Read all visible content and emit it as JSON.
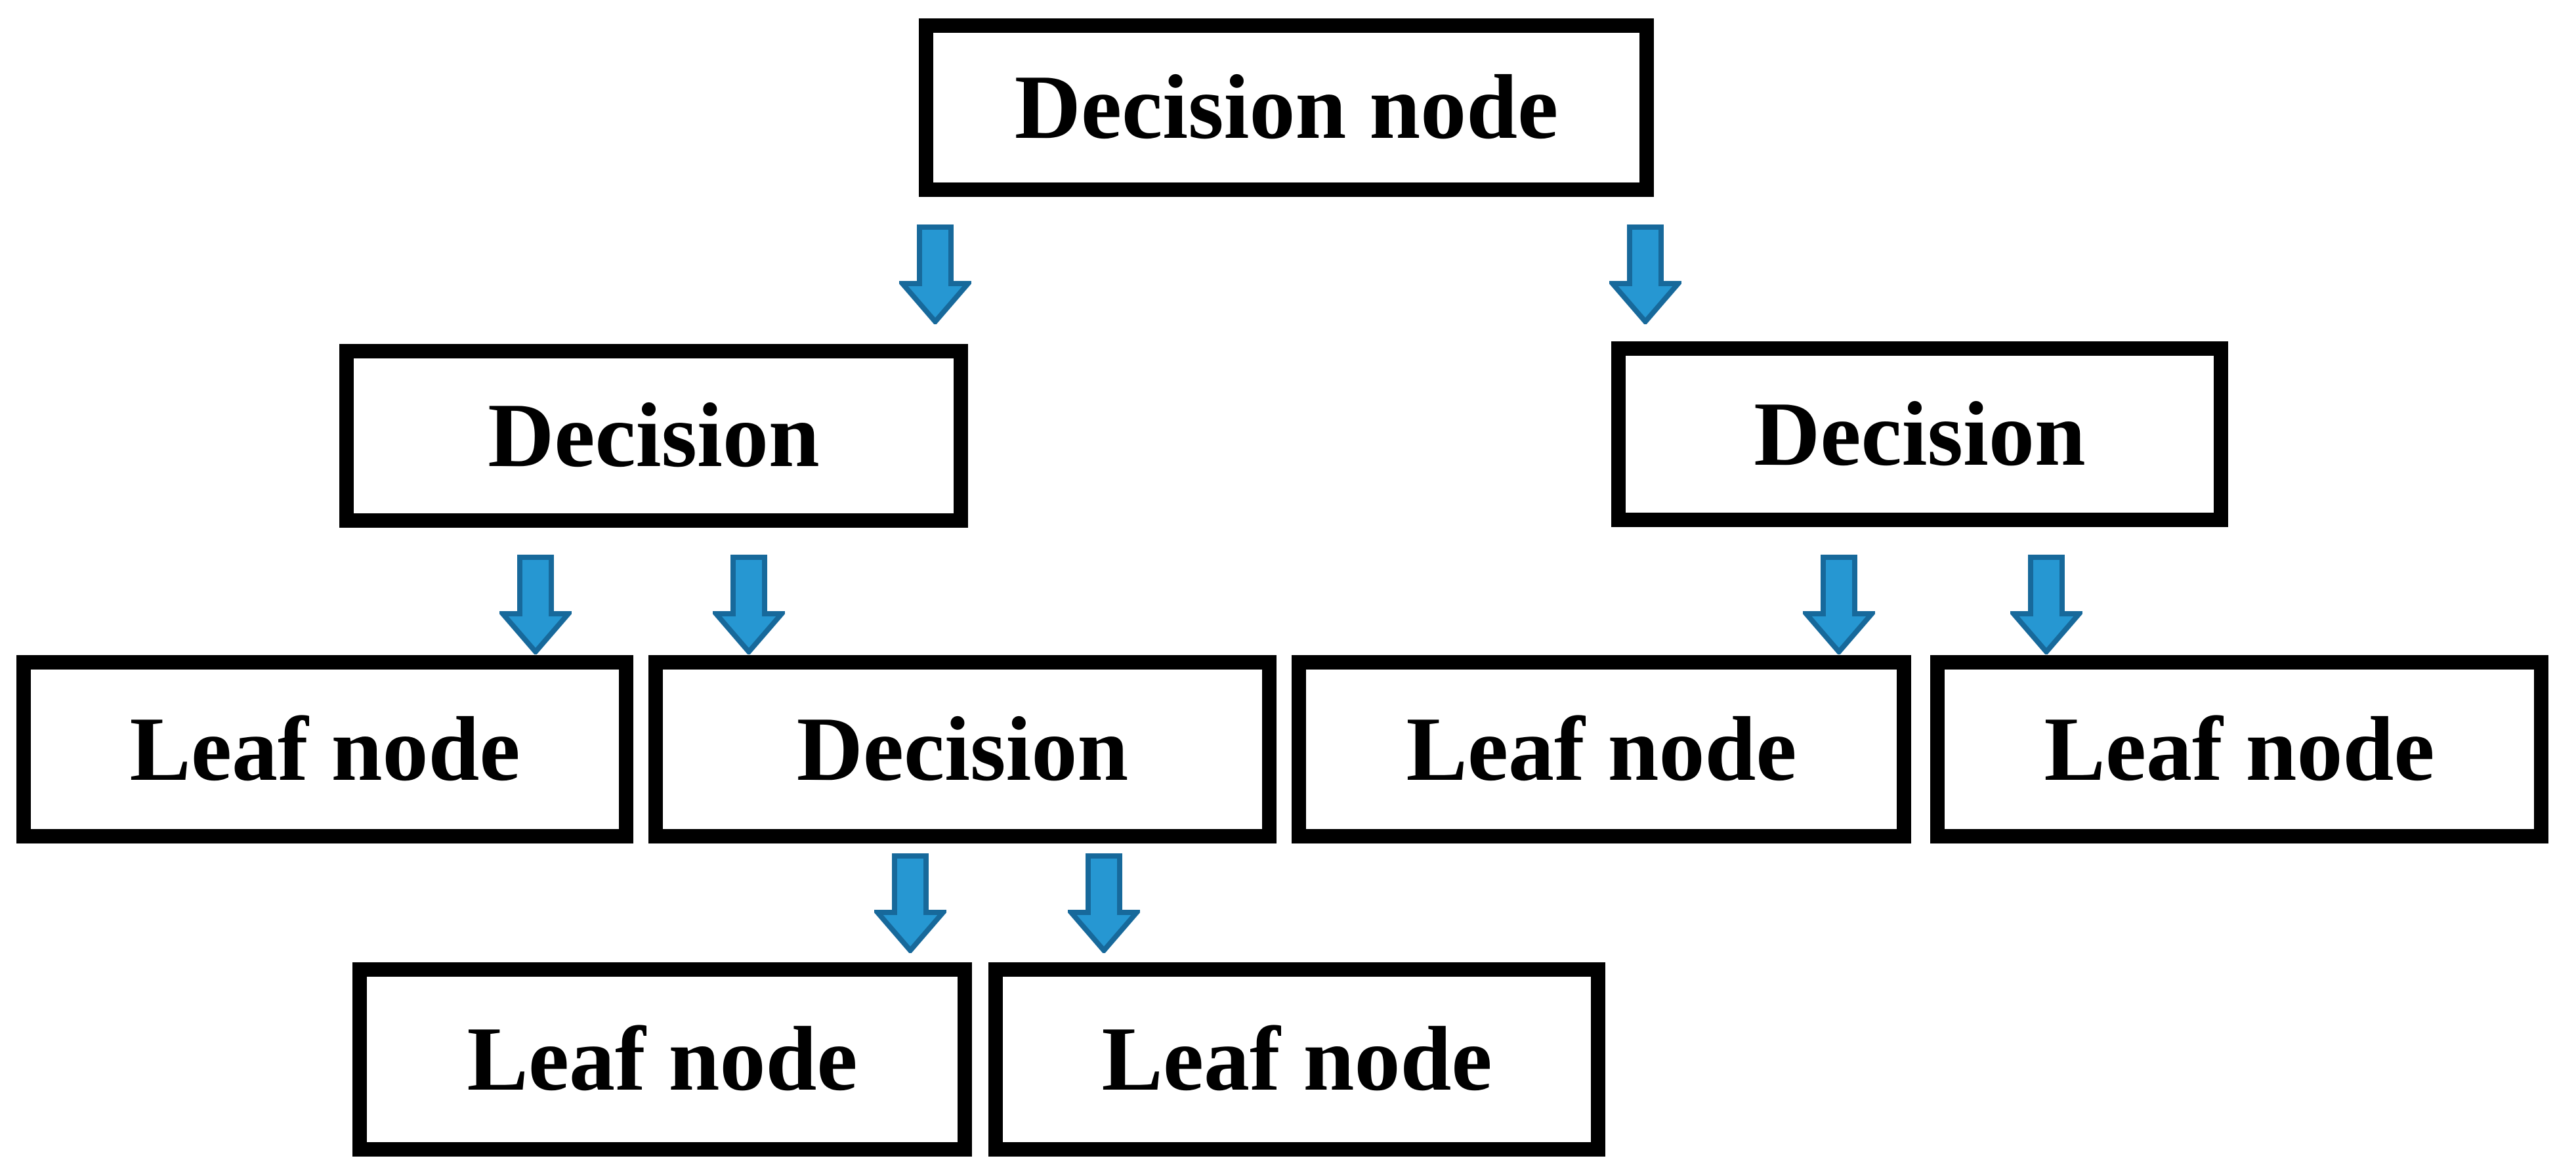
{
  "diagram": {
    "type": "decision-tree",
    "nodes": [
      {
        "id": "root",
        "label": "Decision node",
        "kind": "decision",
        "level": 1
      },
      {
        "id": "d-left",
        "label": "Decision",
        "kind": "decision",
        "level": 2
      },
      {
        "id": "d-right",
        "label": "Decision",
        "kind": "decision",
        "level": 2
      },
      {
        "id": "leaf-1",
        "label": "Leaf node",
        "kind": "leaf",
        "level": 3
      },
      {
        "id": "d-mid",
        "label": "Decision",
        "kind": "decision",
        "level": 3
      },
      {
        "id": "leaf-2",
        "label": "Leaf node",
        "kind": "leaf",
        "level": 3
      },
      {
        "id": "leaf-3",
        "label": "Leaf node",
        "kind": "leaf",
        "level": 3
      },
      {
        "id": "leaf-4",
        "label": "Leaf node",
        "kind": "leaf",
        "level": 4
      },
      {
        "id": "leaf-5",
        "label": "Leaf node",
        "kind": "leaf",
        "level": 4
      }
    ],
    "edges": [
      {
        "from": "root",
        "to": "d-left"
      },
      {
        "from": "root",
        "to": "d-right"
      },
      {
        "from": "d-left",
        "to": "leaf-1"
      },
      {
        "from": "d-left",
        "to": "d-mid"
      },
      {
        "from": "d-right",
        "to": "leaf-2"
      },
      {
        "from": "d-right",
        "to": "leaf-3"
      },
      {
        "from": "d-mid",
        "to": "leaf-4"
      },
      {
        "from": "d-mid",
        "to": "leaf-5"
      }
    ]
  },
  "colors": {
    "background": "#ffffff",
    "box_fill": "#ffffff",
    "box_border": "#000000",
    "text": "#000000",
    "arrow_fill": "#2697d2",
    "arrow_stroke": "#17699b"
  }
}
